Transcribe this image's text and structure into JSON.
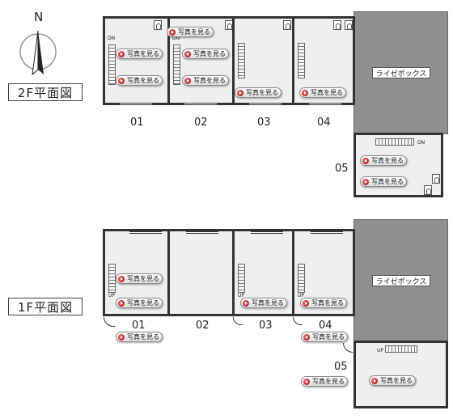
{
  "compass": {
    "north_label": "N"
  },
  "floors": {
    "second": {
      "title": "2F平面図"
    },
    "first": {
      "title": "1F平面図"
    }
  },
  "riser_box_label": "ライゼボックス",
  "units": {
    "u01": "01",
    "u02": "02",
    "u03": "03",
    "u04": "04",
    "u05": "05"
  },
  "photo_button_label": "写真を見る",
  "stairs": {
    "down": "DN",
    "up": "UP"
  }
}
